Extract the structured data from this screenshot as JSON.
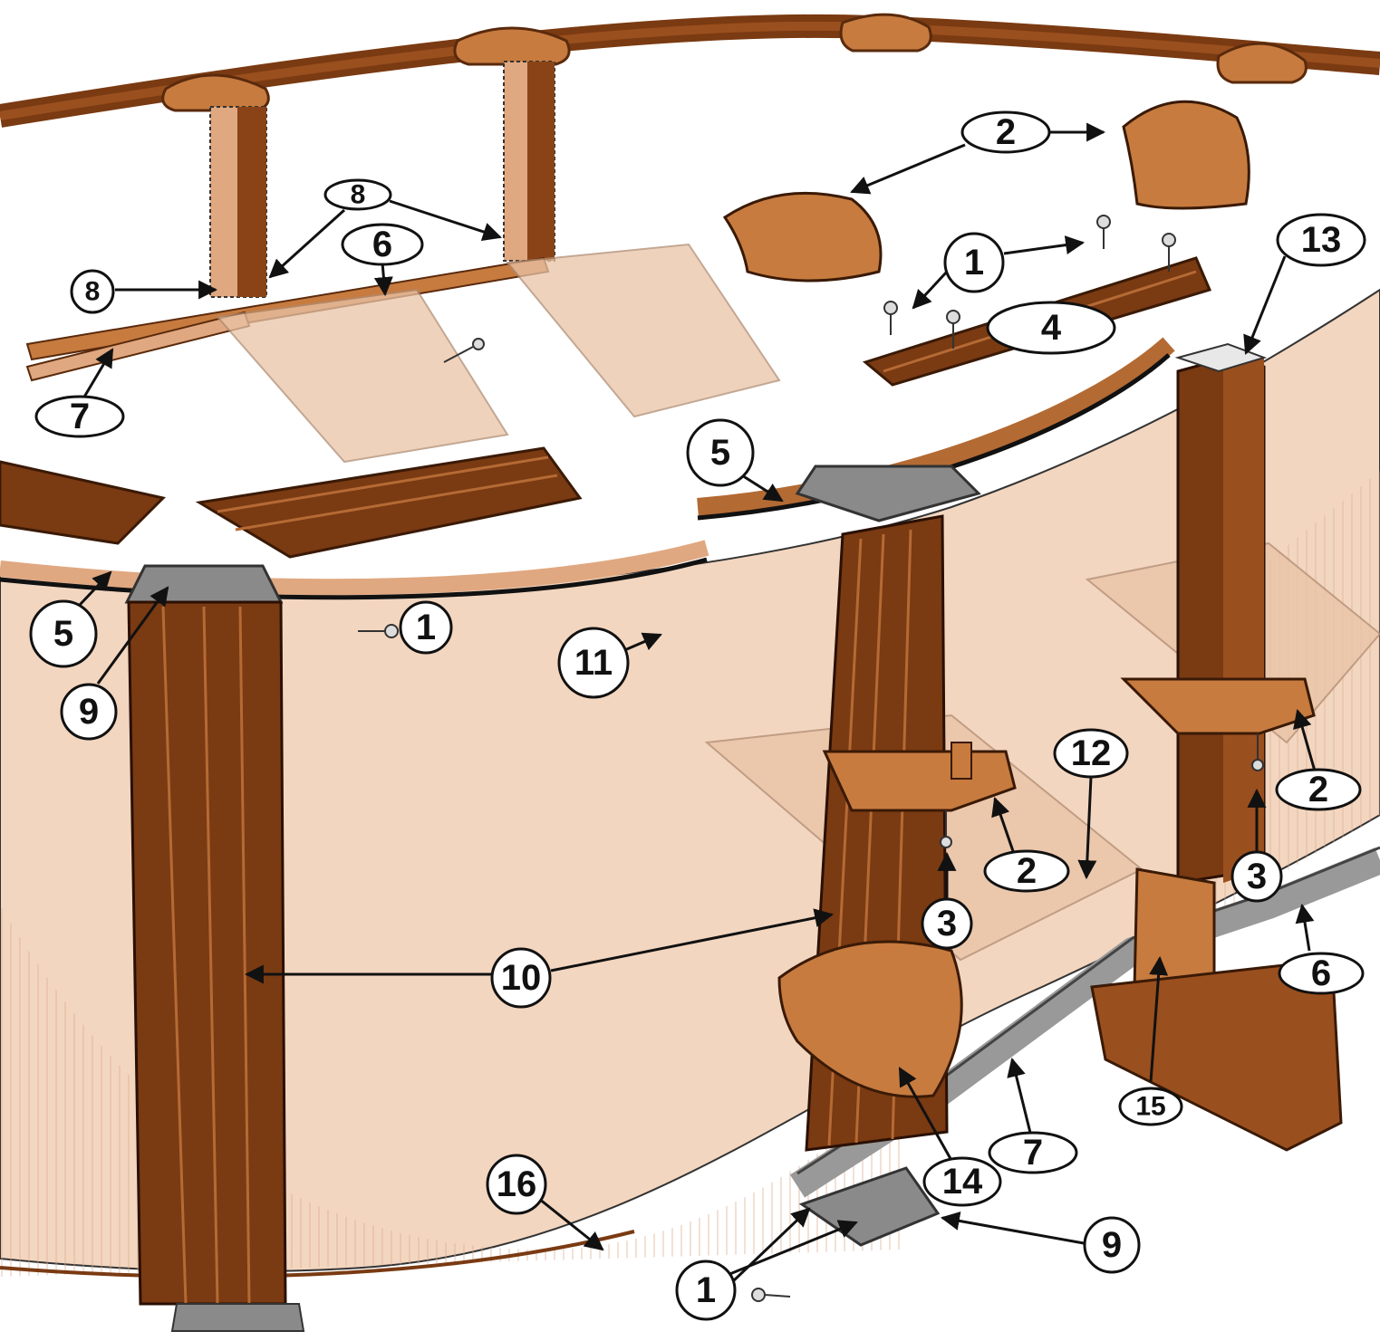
{
  "diagram": {
    "colors": {
      "wood_dark": "#7a3a12",
      "wood_mid": "#9a4f1e",
      "wood_light": "#c77b3f",
      "liner": "#f3d6c0",
      "liner_edge": "#e8bfa2",
      "metal": "#8a8a8a",
      "metal_light": "#b5b5b5",
      "ink": "#111111"
    },
    "callouts": [
      {
        "id": "c1a",
        "label": "1"
      },
      {
        "id": "c1b",
        "label": "1"
      },
      {
        "id": "c1c",
        "label": "1"
      },
      {
        "id": "c2a",
        "label": "2"
      },
      {
        "id": "c2b",
        "label": "2"
      },
      {
        "id": "c2c",
        "label": "2"
      },
      {
        "id": "c3a",
        "label": "3"
      },
      {
        "id": "c3b",
        "label": "3"
      },
      {
        "id": "c4",
        "label": "4"
      },
      {
        "id": "c5a",
        "label": "5"
      },
      {
        "id": "c5b",
        "label": "5"
      },
      {
        "id": "c6a",
        "label": "6"
      },
      {
        "id": "c6b",
        "label": "6"
      },
      {
        "id": "c7a",
        "label": "7"
      },
      {
        "id": "c7b",
        "label": "7"
      },
      {
        "id": "c8a",
        "label": "8"
      },
      {
        "id": "c8b",
        "label": "8"
      },
      {
        "id": "c9a",
        "label": "9"
      },
      {
        "id": "c9b",
        "label": "9"
      },
      {
        "id": "c10",
        "label": "10"
      },
      {
        "id": "c11",
        "label": "11"
      },
      {
        "id": "c12",
        "label": "12"
      },
      {
        "id": "c13",
        "label": "13"
      },
      {
        "id": "c14",
        "label": "14"
      },
      {
        "id": "c15",
        "label": "15"
      },
      {
        "id": "c16",
        "label": "16"
      }
    ]
  }
}
